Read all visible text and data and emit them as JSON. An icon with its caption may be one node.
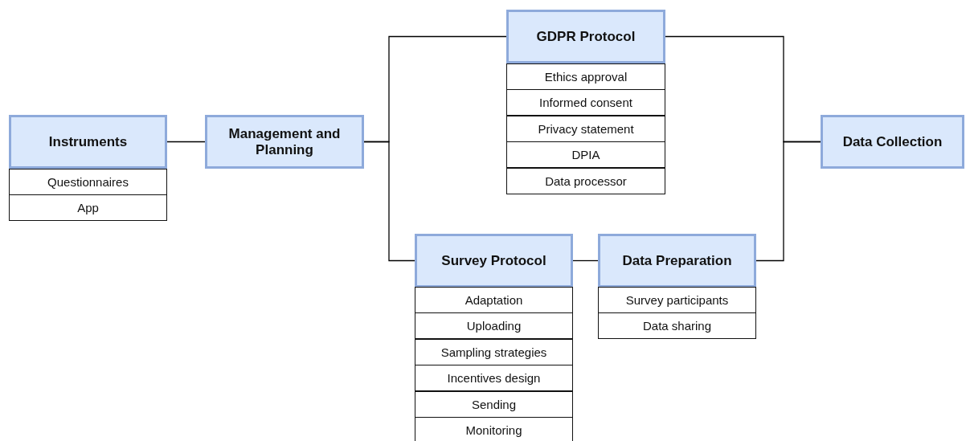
{
  "diagram": {
    "nodes": [
      {
        "text": [
          "Instruments"
        ]
      },
      {
        "text": [
          "Questionnaires"
        ]
      },
      {
        "text": [
          "App"
        ]
      },
      {
        "text": [
          "Management and Planning"
        ]
      },
      {
        "text": [
          "GDPR Protocol"
        ]
      },
      {
        "text": [
          "Ethics approval"
        ]
      },
      {
        "text": [
          "Informed consent"
        ]
      },
      {
        "text": [
          "Privacy statement"
        ]
      },
      {
        "text": [
          "DPIA"
        ]
      },
      {
        "text": [
          "Data processor"
        ]
      },
      {
        "text": [
          "Data Collection"
        ]
      },
      {
        "text": [
          "Survey Protocol"
        ]
      },
      {
        "text": [
          "Adaptation"
        ]
      },
      {
        "text": [
          "Uploading"
        ]
      },
      {
        "text": [
          "Sampling strategies"
        ]
      },
      {
        "text": [
          "Incentives design"
        ]
      },
      {
        "text": [
          "Sending"
        ]
      },
      {
        "text": [
          "Monitoring"
        ]
      },
      {
        "text": [
          "Data Preparation"
        ]
      },
      {
        "text": [
          "Survey participants"
        ]
      },
      {
        "text": [
          "Data sharing"
        ]
      }
    ],
    "edges": [
      {
        "from": 0,
        "to": 3,
        "arrow": "none"
      },
      {
        "from": 3,
        "to": 4,
        "arrow": "none"
      },
      {
        "from": 3,
        "to": 11,
        "arrow": "none"
      },
      {
        "from": 11,
        "to": 18,
        "arrow": "none"
      },
      {
        "from": 4,
        "to": 10,
        "arrow": "none"
      },
      {
        "from": 18,
        "to": 10,
        "arrow": "none"
      }
    ]
  }
}
